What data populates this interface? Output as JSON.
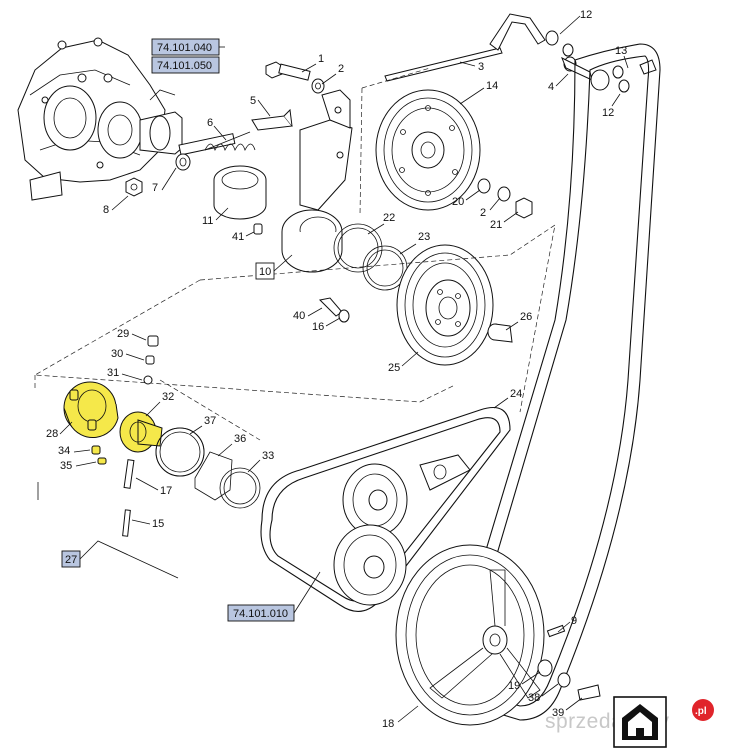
{
  "references": {
    "r_74_101_040": "74.101.040",
    "r_74_101_050": "74.101.050",
    "r_74_101_010": "74.101.010",
    "r_27": "27",
    "r_10": "10"
  },
  "callouts": {
    "c1": "1",
    "c2a": "2",
    "c2b": "2",
    "c3": "3",
    "c4": "4",
    "c5": "5",
    "c6": "6",
    "c7": "7",
    "c8": "8",
    "c9": "9",
    "c11": "11",
    "c12a": "12",
    "c12b": "12",
    "c13": "13",
    "c14": "14",
    "c15": "15",
    "c16": "16",
    "c17": "17",
    "c18": "18",
    "c19": "19",
    "c20": "20",
    "c21": "21",
    "c22": "22",
    "c23": "23",
    "c24": "24",
    "c25": "25",
    "c26": "26",
    "c28": "28",
    "c29": "29",
    "c30": "30",
    "c31": "31",
    "c32": "32",
    "c33": "33",
    "c34": "34",
    "c35": "35",
    "c36": "36",
    "c37": "37",
    "c38": "38",
    "c39": "39",
    "c40": "40",
    "c41": "41"
  },
  "watermark": {
    "text": "sprzedajemy",
    "badge": ".pl"
  },
  "highlight_color": "#f5e84a",
  "reference_box_color": "#b9c6e0",
  "icons": {
    "corner": "house-arrow-icon"
  }
}
